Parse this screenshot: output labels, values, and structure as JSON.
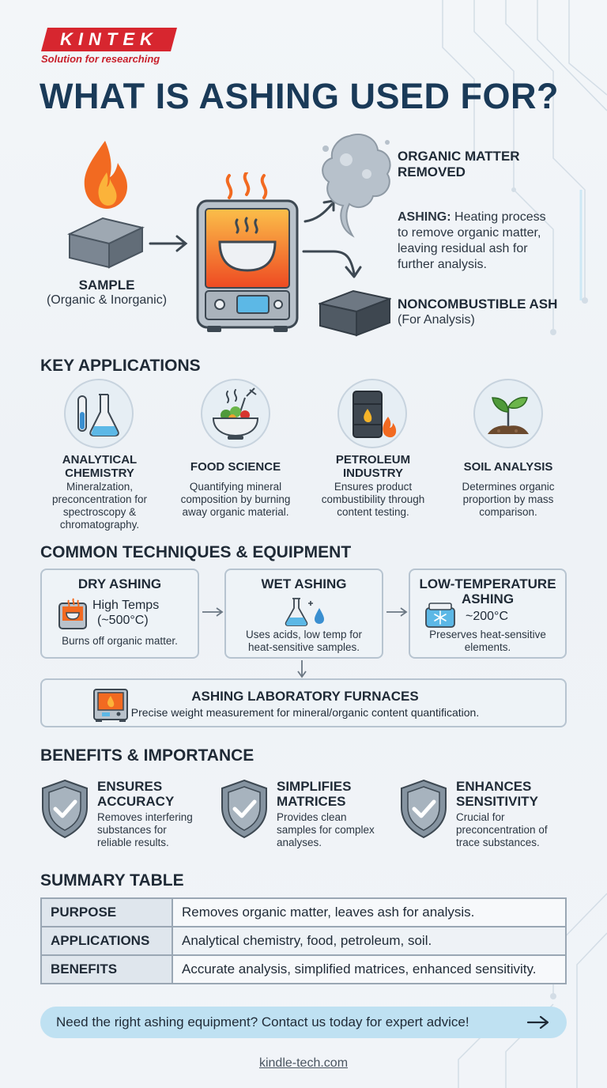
{
  "brand": {
    "logo_text": "KINTEK",
    "tagline": "Solution for researching",
    "color": "#d7262f"
  },
  "title": "WHAT IS ASHING USED FOR?",
  "hero": {
    "sample_label": "SAMPLE",
    "sample_sub": "(Organic & Inorganic)",
    "organic_label_line1": "ORGANIC MATTER",
    "organic_label_line2": "REMOVED",
    "definition_term": "ASHING:",
    "definition_line1": "Heating process",
    "definition_line2": "to remove organic matter,",
    "definition_line3": "leaving residual ash for",
    "definition_line4": "further analysis.",
    "ash_label": "NONCOMBUSTIBLE ASH",
    "ash_sub": "(For Analysis)"
  },
  "applications": {
    "heading": "KEY APPLICATIONS",
    "items": [
      {
        "title_line1": "ANALYTICAL",
        "title_line2": "CHEMISTRY",
        "desc_line1": "Mineralzation,",
        "desc_line2": "preconcentration for",
        "desc_line3": "spectroscopy &",
        "desc_line4": "chromatography.",
        "icon": "flask-icon"
      },
      {
        "title_line1": "FOOD SCIENCE",
        "title_line2": "",
        "desc_line1": "Quantifying mineral",
        "desc_line2": "composition by burning",
        "desc_line3": "away organic material.",
        "desc_line4": "",
        "icon": "salad-bowl-icon"
      },
      {
        "title_line1": "PETROLEUM",
        "title_line2": "INDUSTRY",
        "desc_line1": "Ensures product",
        "desc_line2": "combustibility through",
        "desc_line3": "content testing.",
        "desc_line4": "",
        "icon": "oil-barrel-icon"
      },
      {
        "title_line1": "SOIL ANALYSIS",
        "title_line2": "",
        "desc_line1": "Determines organic",
        "desc_line2": "proportion by mass",
        "desc_line3": "comparison.",
        "desc_line4": "",
        "icon": "sprout-icon"
      }
    ]
  },
  "techniques": {
    "heading": "COMMON TECHNIQUES & EQUIPMENT",
    "dry": {
      "title": "DRY ASHING",
      "temp_line1": "High Temps",
      "temp_line2": "(~500°C)",
      "desc": "Burns off organic matter."
    },
    "wet": {
      "title": "WET ASHING",
      "desc_line1": "Uses acids, low temp for",
      "desc_line2": "heat-sensitive samples."
    },
    "low": {
      "title_line1": "LOW-TEMPERATURE",
      "title_line2": "ASHING",
      "temp": "~200°C",
      "desc_line1": "Preserves heat-sensitive",
      "desc_line2": "elements."
    },
    "furnace": {
      "title": "ASHING LABORATORY FURNACES",
      "desc": "Precise weight measurement for mineral/organic content quantification."
    }
  },
  "benefits": {
    "heading": "BENEFITS & IMPORTANCE",
    "items": [
      {
        "title_line1": "ENSURES",
        "title_line2": "ACCURACY",
        "desc_line1": "Removes interfering",
        "desc_line2": "substances for",
        "desc_line3": "reliable results."
      },
      {
        "title_line1": "SIMPLIFIES",
        "title_line2": "MATRICES",
        "desc_line1": "Provides clean",
        "desc_line2": "samples for complex",
        "desc_line3": "analyses."
      },
      {
        "title_line1": "ENHANCES",
        "title_line2": "SENSITIVITY",
        "desc_line1": "Crucial for",
        "desc_line2": "preconcentration of",
        "desc_line3": "trace substances."
      }
    ]
  },
  "summary": {
    "heading": "SUMMARY TABLE",
    "rows": [
      {
        "key": "PURPOSE",
        "value": "Removes organic matter, leaves ash for analysis."
      },
      {
        "key": "APPLICATIONS",
        "value": "Analytical chemistry, food, petroleum, soil."
      },
      {
        "key": "BENEFITS",
        "value": "Accurate analysis, simplified matrices, enhanced sensitivity."
      }
    ]
  },
  "cta": {
    "text": "Need the right ashing equipment? Contact us today for expert advice!"
  },
  "footer": {
    "url": "kindle-tech.com"
  }
}
